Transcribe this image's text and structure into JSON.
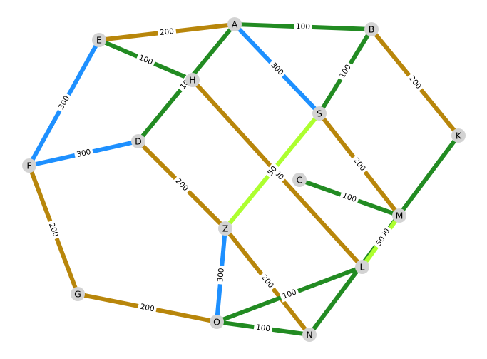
{
  "colors": {
    "c50": "#adff2f",
    "c100": "#228b22",
    "c200": "#b8860b",
    "c300": "#1e90ff",
    "node_fill": "#d3d3d3",
    "label_bg": "#ffffff"
  },
  "nodes": [
    {
      "id": "A",
      "label": "A"
    },
    {
      "id": "B",
      "label": "B"
    },
    {
      "id": "E",
      "label": "E"
    },
    {
      "id": "H",
      "label": "H"
    },
    {
      "id": "S",
      "label": "S"
    },
    {
      "id": "K",
      "label": "K"
    },
    {
      "id": "D",
      "label": "D"
    },
    {
      "id": "F",
      "label": "F"
    },
    {
      "id": "C",
      "label": "C"
    },
    {
      "id": "M",
      "label": "M"
    },
    {
      "id": "Z",
      "label": "Z"
    },
    {
      "id": "L",
      "label": "L"
    },
    {
      "id": "G",
      "label": "G"
    },
    {
      "id": "O",
      "label": "O"
    },
    {
      "id": "N",
      "label": "N"
    }
  ],
  "edges": [
    {
      "from": "E",
      "to": "A",
      "weight": "200"
    },
    {
      "from": "A",
      "to": "B",
      "weight": "100"
    },
    {
      "from": "A",
      "to": "S",
      "weight": "300"
    },
    {
      "from": "A",
      "to": "D",
      "weight": "100"
    },
    {
      "from": "E",
      "to": "H",
      "weight": "100"
    },
    {
      "from": "E",
      "to": "F",
      "weight": "300"
    },
    {
      "from": "B",
      "to": "S",
      "weight": "100"
    },
    {
      "from": "B",
      "to": "K",
      "weight": "200"
    },
    {
      "from": "H",
      "to": "L",
      "weight": "200"
    },
    {
      "from": "S",
      "to": "Z",
      "weight": "50"
    },
    {
      "from": "S",
      "to": "M",
      "weight": "200"
    },
    {
      "from": "K",
      "to": "N",
      "weight": "100"
    },
    {
      "from": "F",
      "to": "D",
      "weight": "300"
    },
    {
      "from": "F",
      "to": "G",
      "weight": "200"
    },
    {
      "from": "D",
      "to": "Z",
      "weight": "200"
    },
    {
      "from": "C",
      "to": "M",
      "weight": "100"
    },
    {
      "from": "M",
      "to": "L",
      "weight": "50"
    },
    {
      "from": "Z",
      "to": "O",
      "weight": "300"
    },
    {
      "from": "Z",
      "to": "N",
      "weight": "200"
    },
    {
      "from": "L",
      "to": "O",
      "weight": "100"
    },
    {
      "from": "G",
      "to": "O",
      "weight": "200"
    },
    {
      "from": "O",
      "to": "N",
      "weight": "100"
    }
  ]
}
